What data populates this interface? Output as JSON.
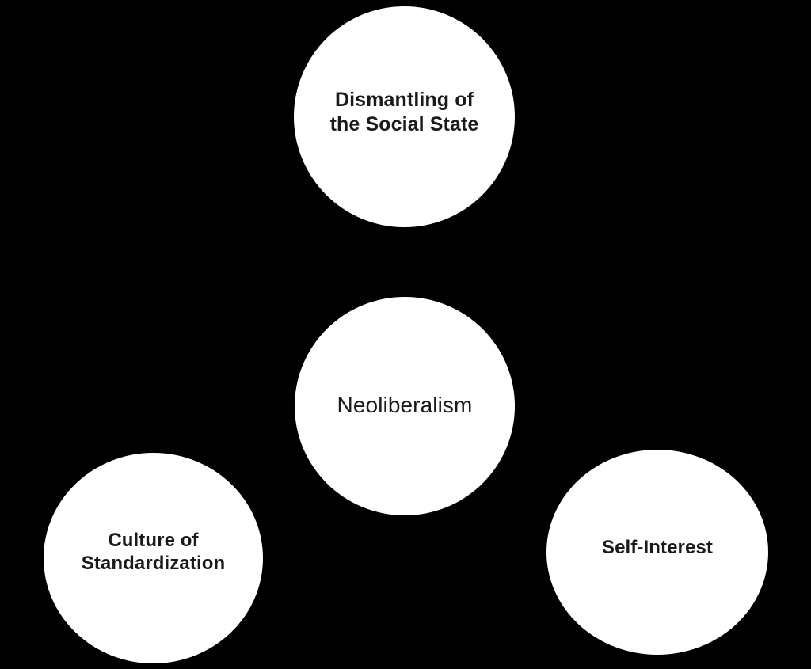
{
  "diagram": {
    "background_color": "#000000",
    "node_fill_color": "#ffffff",
    "text_color": "#1a1a1a",
    "nodes": [
      {
        "id": "dismantling",
        "label": "Dismantling of\nthe Social State",
        "role": "consequence",
        "position": "top"
      },
      {
        "id": "neoliberalism",
        "label": "Neoliberalism",
        "role": "central-concept",
        "position": "center"
      },
      {
        "id": "culture",
        "label": "Culture of\nStandardization",
        "role": "consequence",
        "position": "bottom-left"
      },
      {
        "id": "self_interest",
        "label": "Self-Interest",
        "role": "consequence",
        "position": "bottom-right"
      }
    ]
  }
}
